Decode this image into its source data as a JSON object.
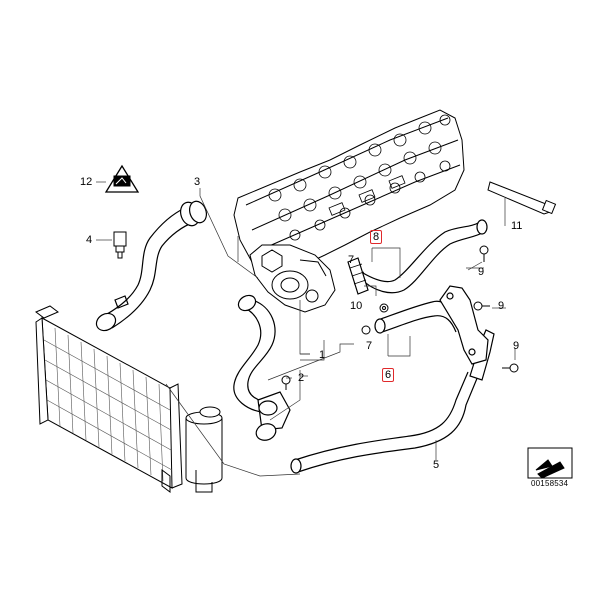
{
  "callouts": {
    "c1": "1",
    "c2": "2",
    "c3": "3",
    "c4": "4",
    "c5": "5",
    "c6": "6",
    "c7a": "7",
    "c7b": "7",
    "c8": "8",
    "c9a": "9",
    "c9b": "9",
    "c9c": "9",
    "c10": "10",
    "c11": "11",
    "c12": "12"
  },
  "highlighted_callouts": [
    "6",
    "8"
  ],
  "highlight_color": "#e0292b",
  "part_number": "00158534",
  "icons": [
    "radiator-icon",
    "engine-head-icon",
    "expansion-tank-icon",
    "sensor-icon",
    "warning-triangle-icon",
    "cable-tie-icon",
    "diagram-symbol-icon"
  ]
}
